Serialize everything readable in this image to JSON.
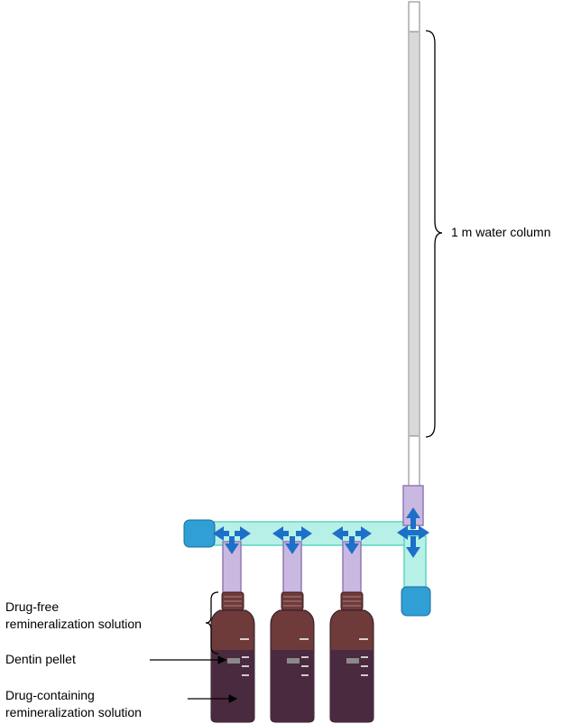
{
  "labels": {
    "water_column": "1 m water column",
    "drug_free_line1": "Drug-free",
    "drug_free_line2": "remineralization solution",
    "dentin_pellet": "Dentin pellet",
    "drug_containing_line1": "Drug-containing",
    "drug_containing_line2": "remineralization solution"
  },
  "colors": {
    "column_tube": "#d9d9d9",
    "column_border": "#7f7f7f",
    "manifold": "#b7f0e6",
    "manifold_border": "#5bd6c2",
    "connector": "#c9b8e0",
    "connector_border": "#8f7ab5",
    "cap": "#2f9fd6",
    "arrow": "#1e6fc9",
    "bottle_top": "#6e3a3a",
    "bottle_bottom": "#4a2a3e"
  },
  "icons": {
    "flow_arrow": "four-way-arrow-icon",
    "cap": "end-cap-icon"
  }
}
